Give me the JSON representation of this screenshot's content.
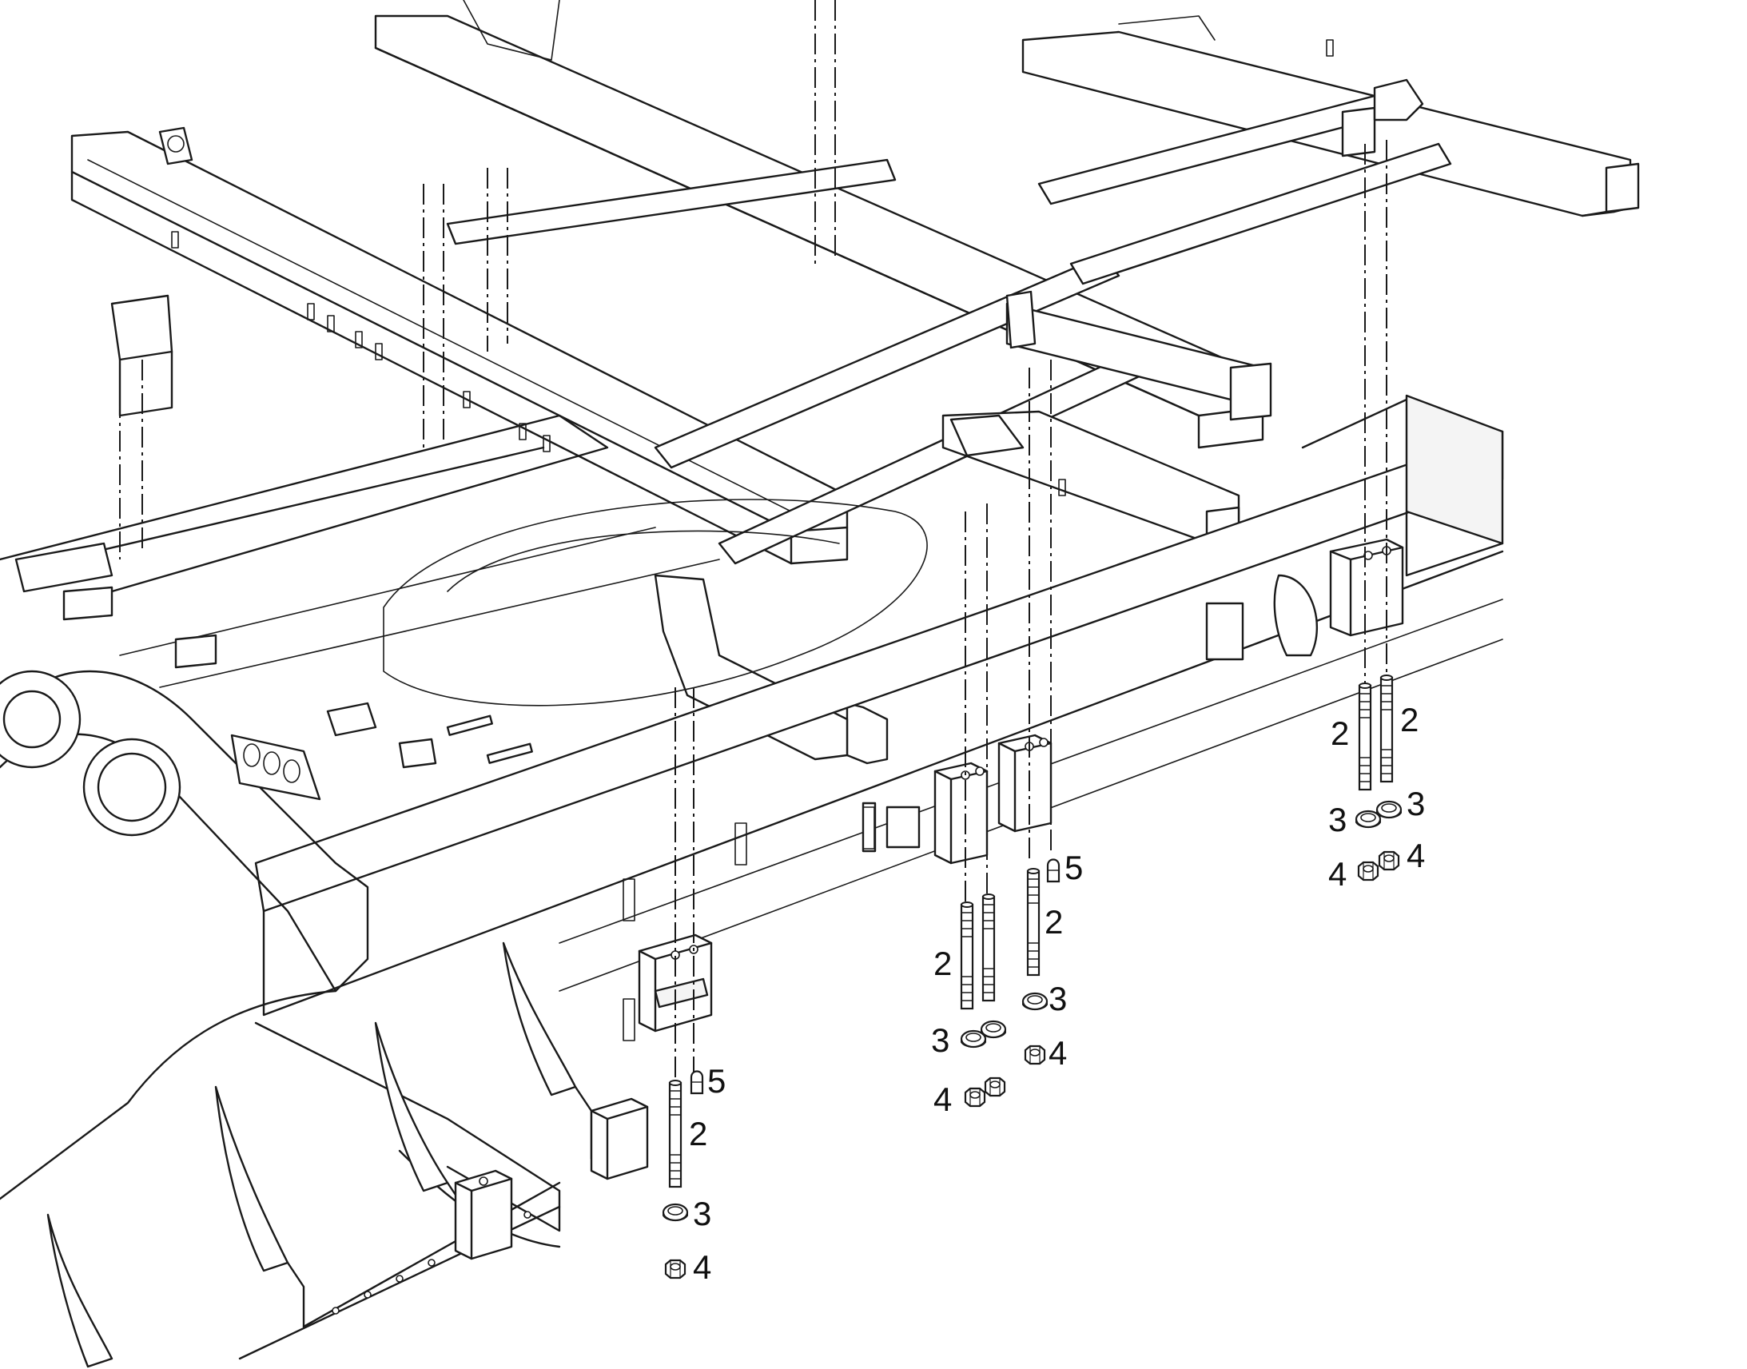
{
  "callouts": {
    "stud": "2",
    "washer": "3",
    "nut": "4",
    "dowel": "5"
  },
  "colors": {
    "line": "#1a1a1a",
    "background": "#ffffff"
  }
}
